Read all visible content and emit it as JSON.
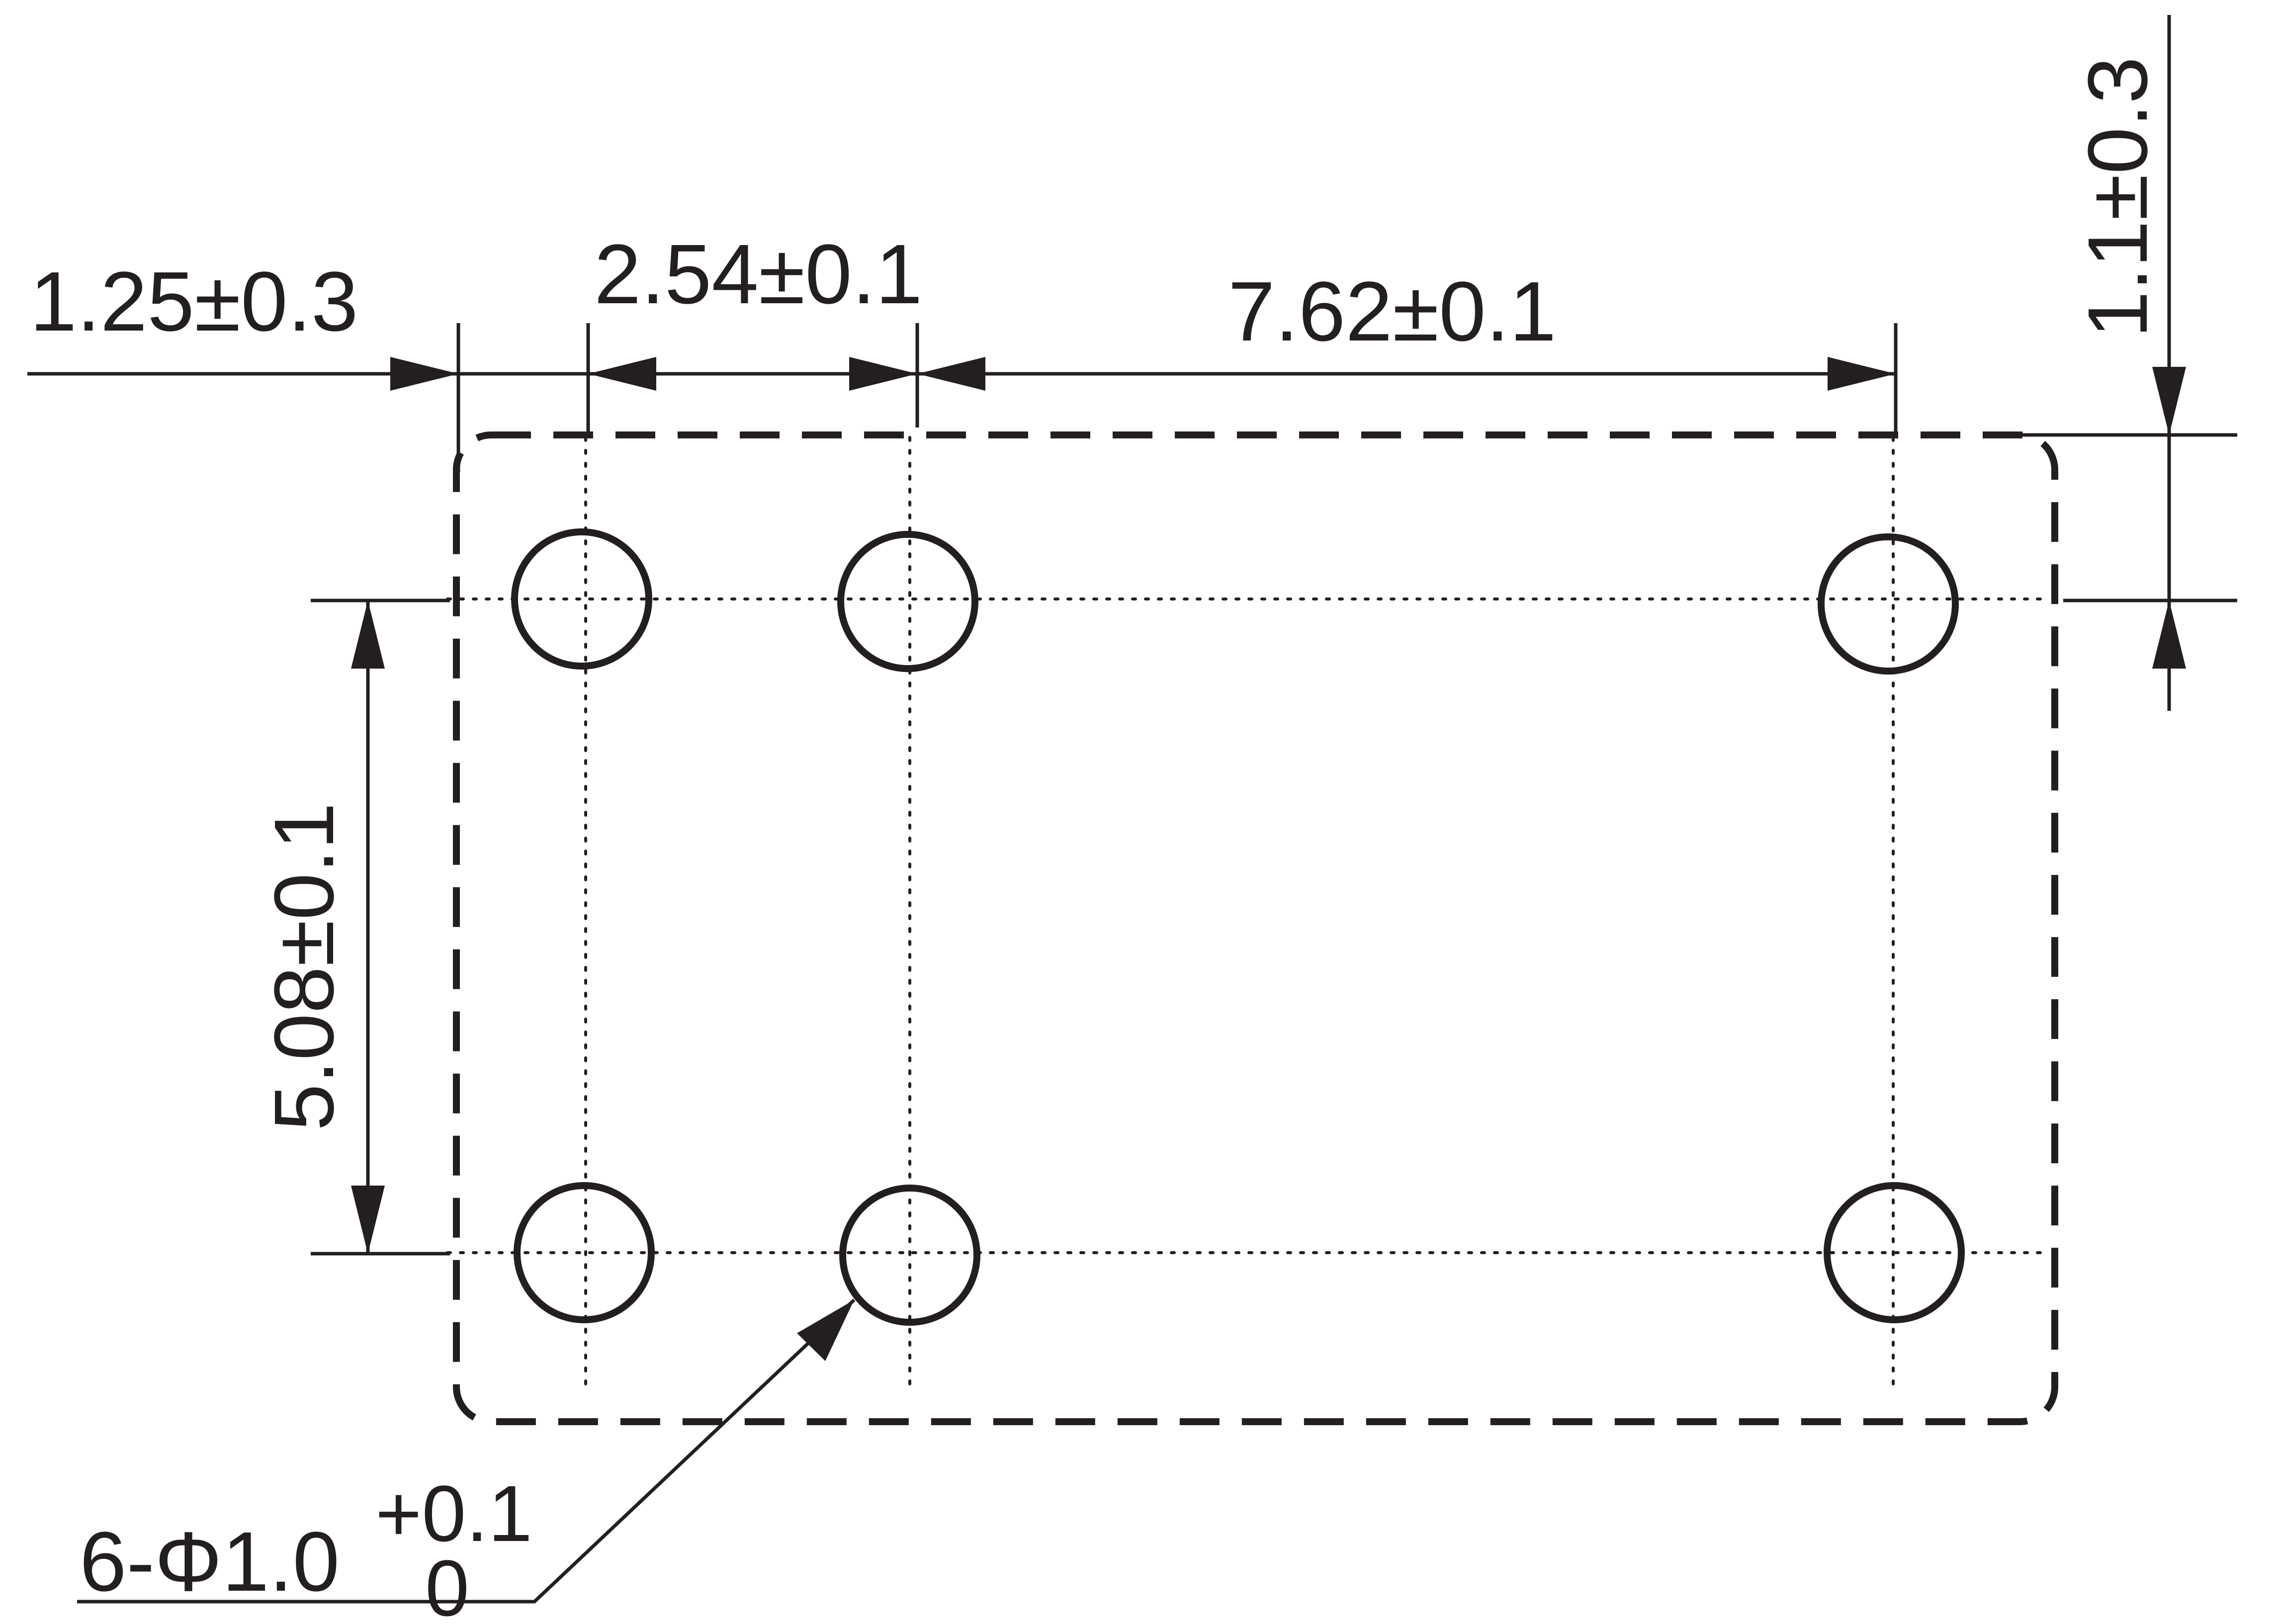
{
  "diagram": {
    "dimensions": {
      "edge_to_first_column": "1.25±0.3",
      "column_pitch": "2.54±0.1",
      "column_span": "7.62±0.1",
      "edge_to_first_row": "1.1±0.3",
      "row_pitch": "5.08±0.1"
    },
    "hole_callout": {
      "prefix": "6-Φ1.0",
      "upper_tolerance": "+0.1",
      "lower_tolerance": "0"
    },
    "hole_count": 6
  }
}
